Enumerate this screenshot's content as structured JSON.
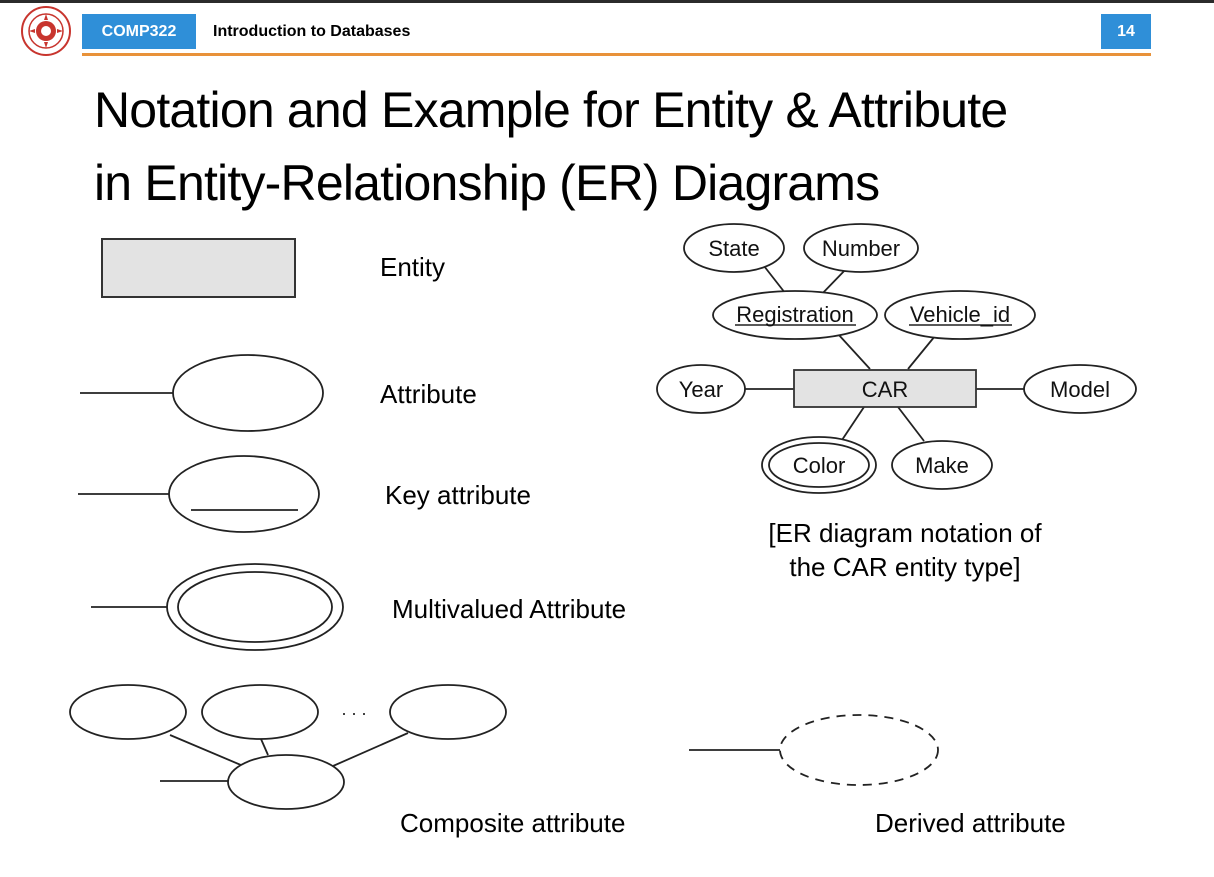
{
  "header": {
    "course_code": "COMP322",
    "course_title": "Introduction to Databases",
    "page_number": "14"
  },
  "title": {
    "line1": "Notation and Example for Entity & Attribute",
    "line2": "in Entity-Relationship (ER) Diagrams"
  },
  "legend": {
    "entity": "Entity",
    "attribute": "Attribute",
    "key_attribute": "Key attribute",
    "multivalued_attribute": "Multivalued Attribute",
    "composite_attribute": "Composite attribute",
    "derived_attribute": "Derived attribute",
    "composite_ellipsis": ". . ."
  },
  "car_diagram": {
    "entity": "CAR",
    "attributes": {
      "state": "State",
      "number": "Number",
      "registration": "Registration",
      "vehicle_id": "Vehicle_id",
      "year": "Year",
      "model": "Model",
      "color": "Color",
      "make": "Make"
    },
    "caption_line1": "[ER diagram notation of",
    "caption_line2": "the CAR entity type]"
  },
  "colors": {
    "accent_blue": "#2f8fd8",
    "accent_orange": "#e8923a",
    "entity_fill": "#e3e3e3",
    "logo_red": "#c8352e"
  }
}
